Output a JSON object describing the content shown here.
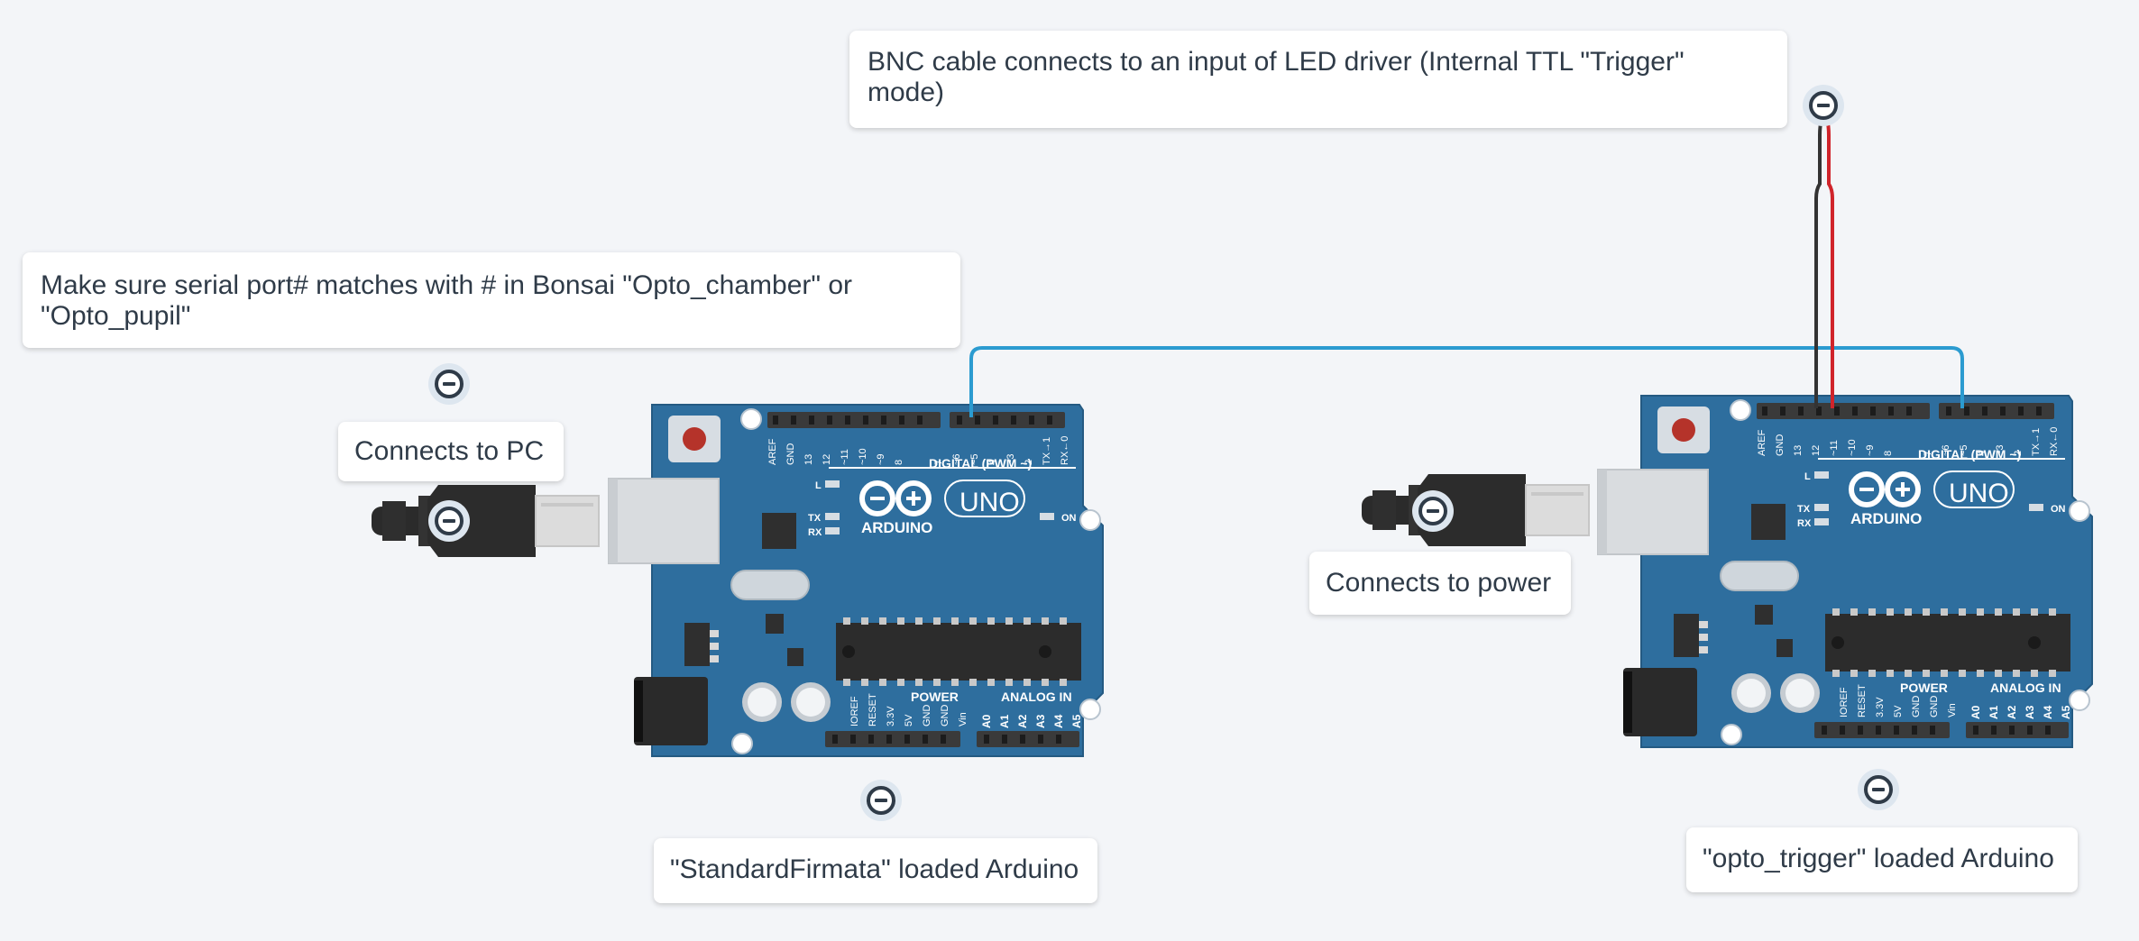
{
  "notes": {
    "bnc": "BNC cable connects to an input of LED driver (Internal TTL \"Trigger\"\nmode)",
    "serial": "Make sure serial port# matches with # in Bonsai \"Opto_chamber\" or\n\"Opto_pupil\"",
    "pc": "Connects to PC",
    "power": "Connects to power",
    "firmata": "\"StandardFirmata\" loaded Arduino",
    "opto": "\"opto_trigger\" loaded Arduino"
  },
  "board": {
    "brand": "ARDUINO",
    "model": "UNO",
    "digital_label": "DIGITAL (PWM ~)",
    "power_label": "POWER",
    "analog_label": "ANALOG IN",
    "on_label": "ON",
    "l_label": "L",
    "tx_label": "TX",
    "rx_label": "RX",
    "digital_pins": [
      "AREF",
      "GND",
      "13",
      "12",
      "~11",
      "~10",
      "~9",
      "8",
      "7",
      "~6",
      "~5",
      "4",
      "~3",
      "2",
      "TX→1",
      "RX←0"
    ],
    "power_pins": [
      "IOREF",
      "RESET",
      "3.3V",
      "5V",
      "GND",
      "GND",
      "Vin"
    ],
    "analog_pins": [
      "A0",
      "A1",
      "A2",
      "A3",
      "A4",
      "A5"
    ]
  },
  "colors": {
    "board": "#2e6e9e",
    "wire_signal": "#2b9bd0",
    "wire_red": "#d0242b",
    "wire_black": "#333333"
  }
}
